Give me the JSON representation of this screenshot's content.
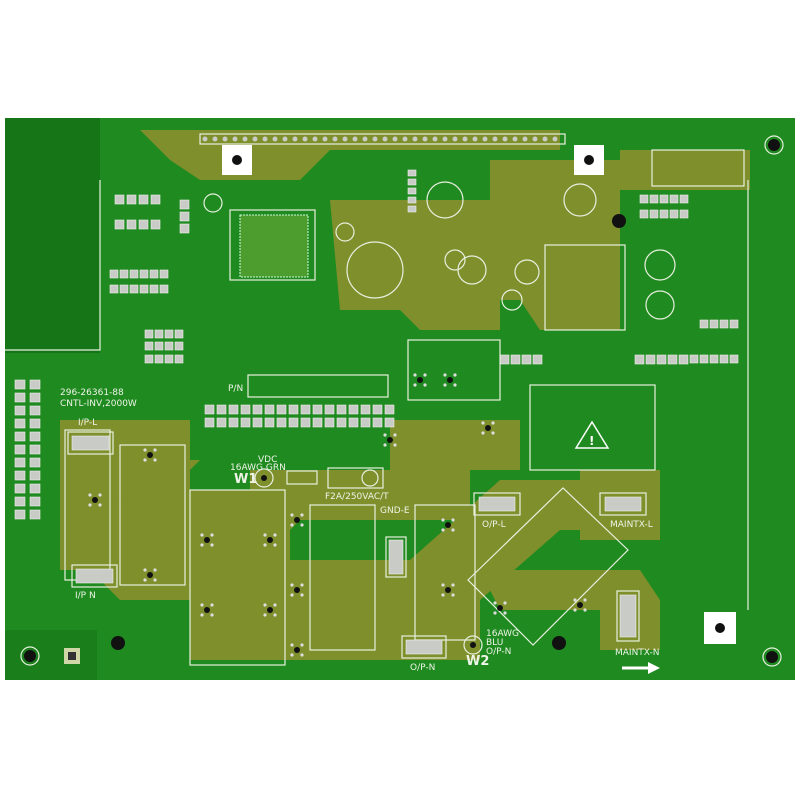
{
  "board": {
    "colors": {
      "substrate": "#1f8a1f",
      "copper_pour": "#7f8f2c",
      "silkscreen": "#eef4e8",
      "pads": "#c9cbc6",
      "holes": "#111111"
    },
    "labels": {
      "part_number": "296-26361-88",
      "description": "CNTL-INV,2000W",
      "pn_box": "P/N",
      "w1": "W1",
      "w1_wire": "VDC",
      "w1_wire2": "16AWG GRN",
      "fuse": "F2A/250VAC/T",
      "gnd": "GND-E",
      "op_l": "O/P-L",
      "maintx_l": "MAINTX-L",
      "w2": "W2",
      "w2_wire": "16AWG",
      "w2_wire2": "BLU",
      "w2_wire3": "O/P-N",
      "op_n": "O/P-N",
      "maintx_n": "MAINTX-N",
      "ip_l": "I/P-L",
      "ip_n": "I/P N"
    },
    "icons": [
      "warning-triangle-icon",
      "arrow-right-icon",
      "mounting-hole-icon",
      "fiducial-icon"
    ]
  }
}
